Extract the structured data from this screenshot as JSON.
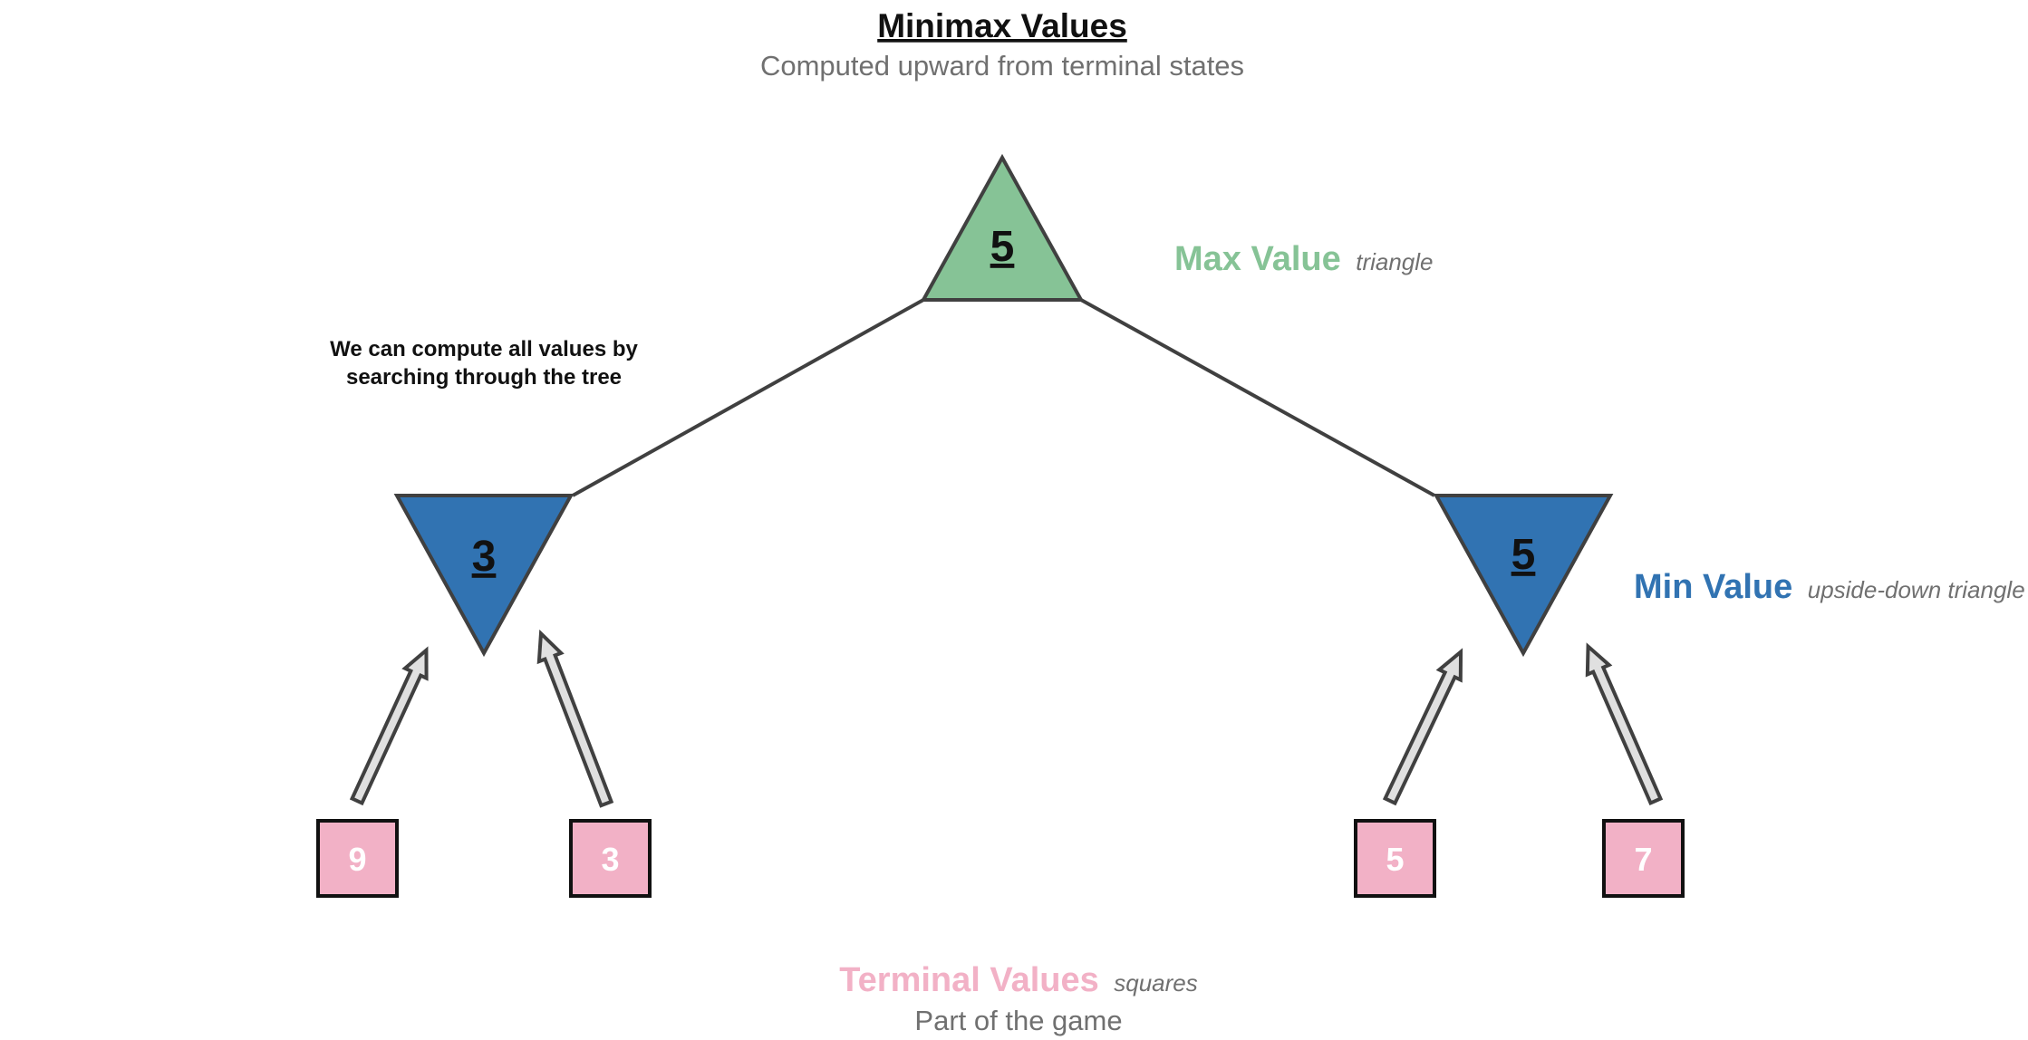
{
  "title": "Minimax Values",
  "subtitle": "Computed upward from terminal states",
  "note": {
    "line1": "We can compute all values by",
    "line2": "searching through the tree"
  },
  "colors": {
    "max": "#86c396",
    "min": "#3173b2",
    "terminal": "#f2b1c6",
    "stroke": "#404040",
    "arrow_fill": "#e0e0e0"
  },
  "tree": {
    "root": {
      "type": "max",
      "value": "5"
    },
    "min_nodes": [
      {
        "type": "min",
        "value": "3"
      },
      {
        "type": "min",
        "value": "5"
      }
    ],
    "terminals": [
      {
        "value": "9"
      },
      {
        "value": "3"
      },
      {
        "value": "5"
      },
      {
        "value": "7"
      }
    ]
  },
  "legend": {
    "max": {
      "label": "Max Value",
      "hint": "triangle"
    },
    "min": {
      "label": "Min Value",
      "hint": "upside-down triangle"
    },
    "terminal": {
      "label": "Terminal Values",
      "hint": "squares",
      "sub": "Part of the game"
    }
  }
}
